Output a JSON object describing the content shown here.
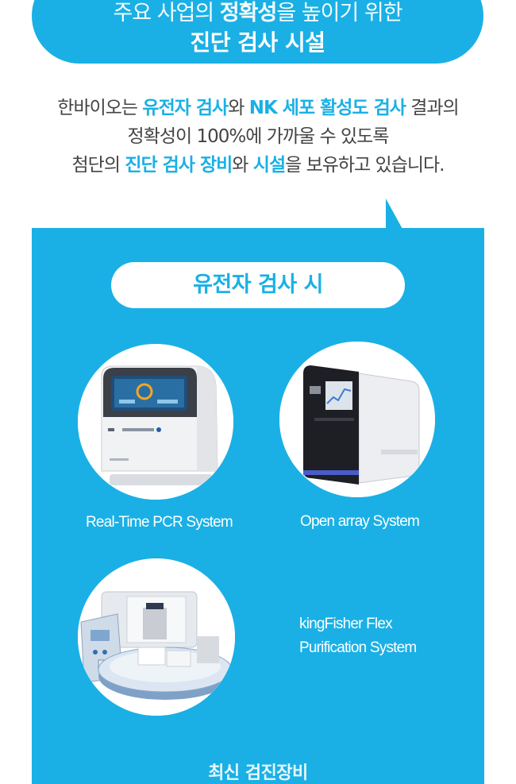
{
  "header": {
    "line1_prefix": "주요 사업의 ",
    "line1_emphasis": "정확성",
    "line1_suffix": "을 높이기 위한",
    "line2": "진단 검사 시설"
  },
  "intro": {
    "line1": {
      "a": "한바이오는 ",
      "b": "유전자 검사",
      "c": "와 ",
      "d": "NK 세포 활성도 검사",
      "e": " 결과의"
    },
    "line2": "정확성이 100%에 가까울 수 있도록",
    "line3": {
      "a": "첨단의 ",
      "b": "진단 검사 장비",
      "c": "와 ",
      "d": "시설",
      "e": "을 보유하고 있습니다."
    }
  },
  "section": {
    "title": "유전자 검사 시",
    "equipment": [
      {
        "name": "Real-Time PCR System",
        "icon": "realtime-pcr-machine-icon"
      },
      {
        "name": "Open array System",
        "icon": "openarray-machine-icon"
      },
      {
        "name_line1": "kingFisher Flex",
        "name_line2": "Purification System",
        "icon": "kingfisher-machine-icon"
      }
    ],
    "next_title": "최신 검진장비"
  },
  "colors": {
    "accent": "#1ab0e5",
    "text": "#444444",
    "white": "#ffffff"
  }
}
